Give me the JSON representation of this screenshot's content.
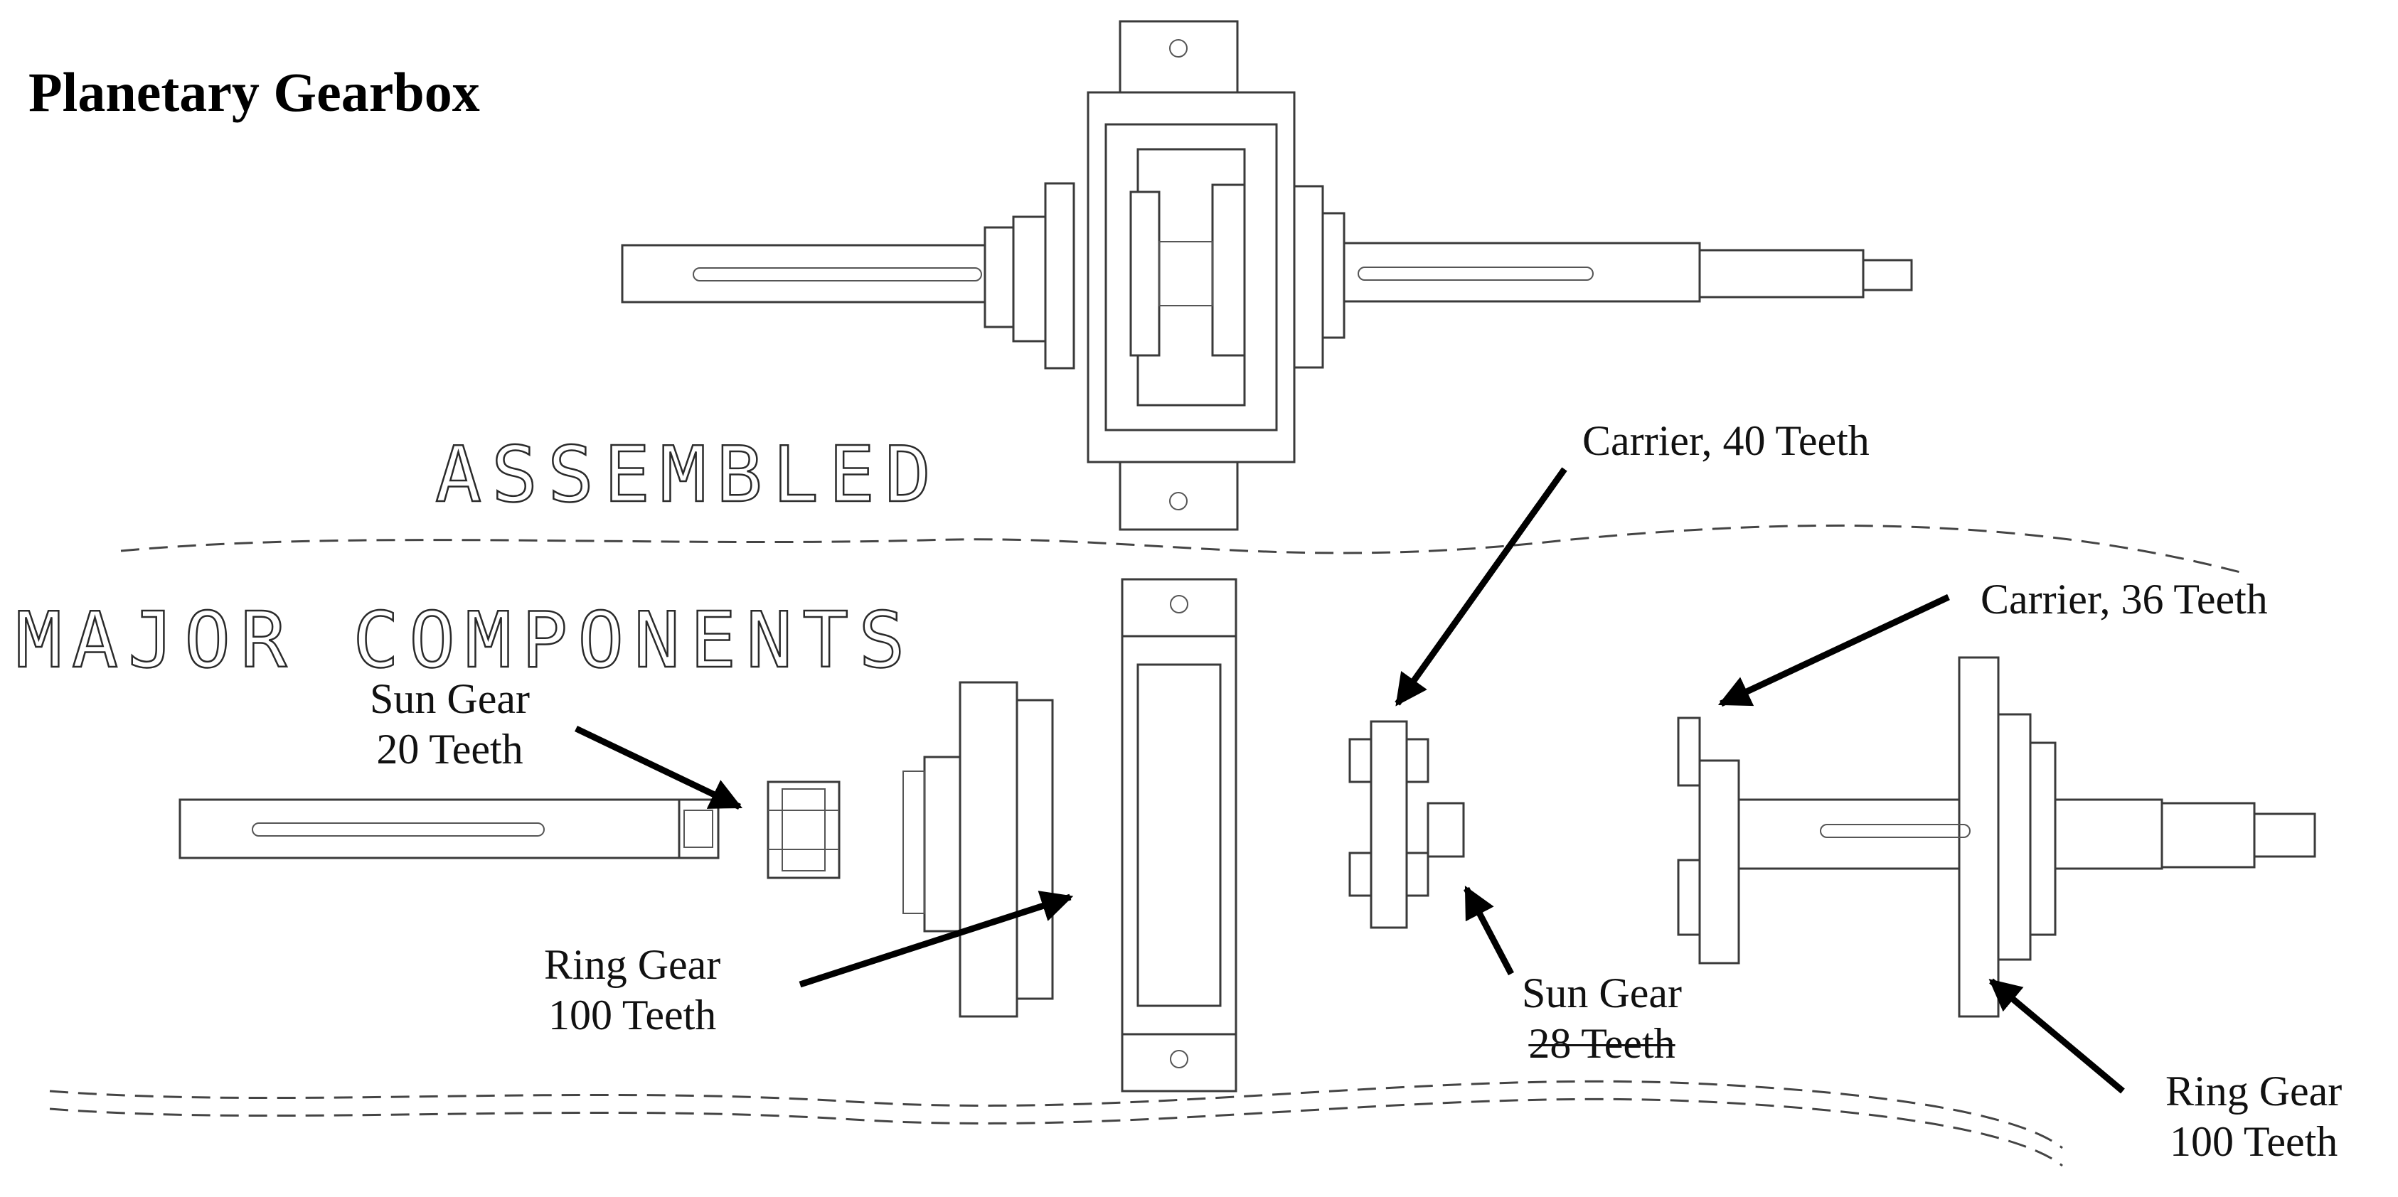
{
  "title": "Planetary Gearbox",
  "sections": {
    "assembled": "ASSEMBLED",
    "components": "MAJOR COMPONENTS"
  },
  "labels": {
    "sun_gear_left": {
      "name": "Sun Gear",
      "teeth": "20 Teeth"
    },
    "ring_gear_left": {
      "name": "Ring Gear",
      "teeth": "100 Teeth"
    },
    "carrier_40": "Carrier, 40 Teeth",
    "carrier_36": "Carrier, 36 Teeth",
    "sun_gear_right": {
      "name": "Sun Gear",
      "teeth": "28 Teeth"
    },
    "ring_gear_right": {
      "name": "Ring Gear",
      "teeth": "100 Teeth"
    }
  },
  "colors": {
    "ink": "#000000",
    "line": "#3a3a3a",
    "background": "#ffffff"
  }
}
